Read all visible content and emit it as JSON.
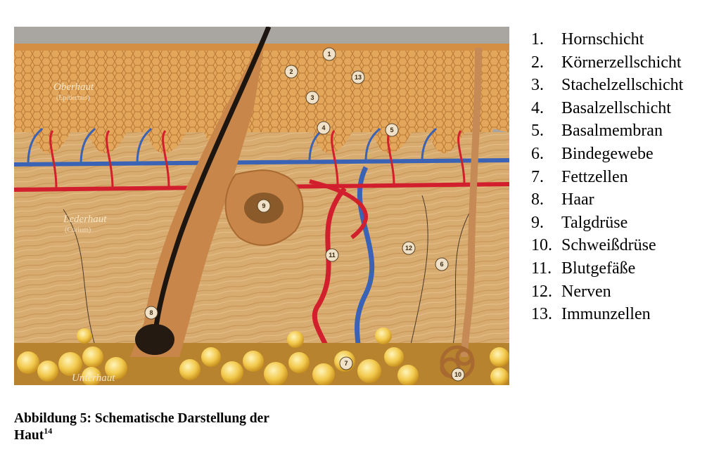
{
  "figure": {
    "layer_labels": {
      "epidermis": "Oberhaut",
      "epidermis_latin": "(Epidermis)",
      "dermis": "Lederhaut",
      "dermis_latin": "(Corium)",
      "subcutis": "Unterhaut"
    },
    "markers": [
      "1",
      "2",
      "3",
      "4",
      "5",
      "6",
      "7",
      "8",
      "9",
      "10",
      "11",
      "12",
      "13"
    ],
    "colors": {
      "epidermis": "#e0a457",
      "dermis": "#d7a96b",
      "fat": "#f2c94c",
      "artery": "#d21f2e",
      "vein": "#3a63b5",
      "hair": "#1c1510",
      "follicle": "#c8864a"
    }
  },
  "legend": [
    {
      "num": "1.",
      "label": "Hornschicht"
    },
    {
      "num": "2.",
      "label": "Körnerzellschicht"
    },
    {
      "num": "3.",
      "label": "Stachelzellschicht"
    },
    {
      "num": "4.",
      "label": "Basalzellschicht"
    },
    {
      "num": "5.",
      "label": "Basalmembran"
    },
    {
      "num": "6.",
      "label": "Bindegewebe"
    },
    {
      "num": "7.",
      "label": "Fettzellen"
    },
    {
      "num": "8.",
      "label": "Haar"
    },
    {
      "num": "9.",
      "label": "Talgdrüse"
    },
    {
      "num": "10.",
      "label": "Schweißdrüse"
    },
    {
      "num": "11.",
      "label": "Blutgefäße"
    },
    {
      "num": "12.",
      "label": "Nerven"
    },
    {
      "num": "13.",
      "label": "Immunzellen"
    }
  ],
  "caption": {
    "text": "Abbildung 5: Schematische Darstellung der",
    "text2": "Haut",
    "ref": "14"
  }
}
